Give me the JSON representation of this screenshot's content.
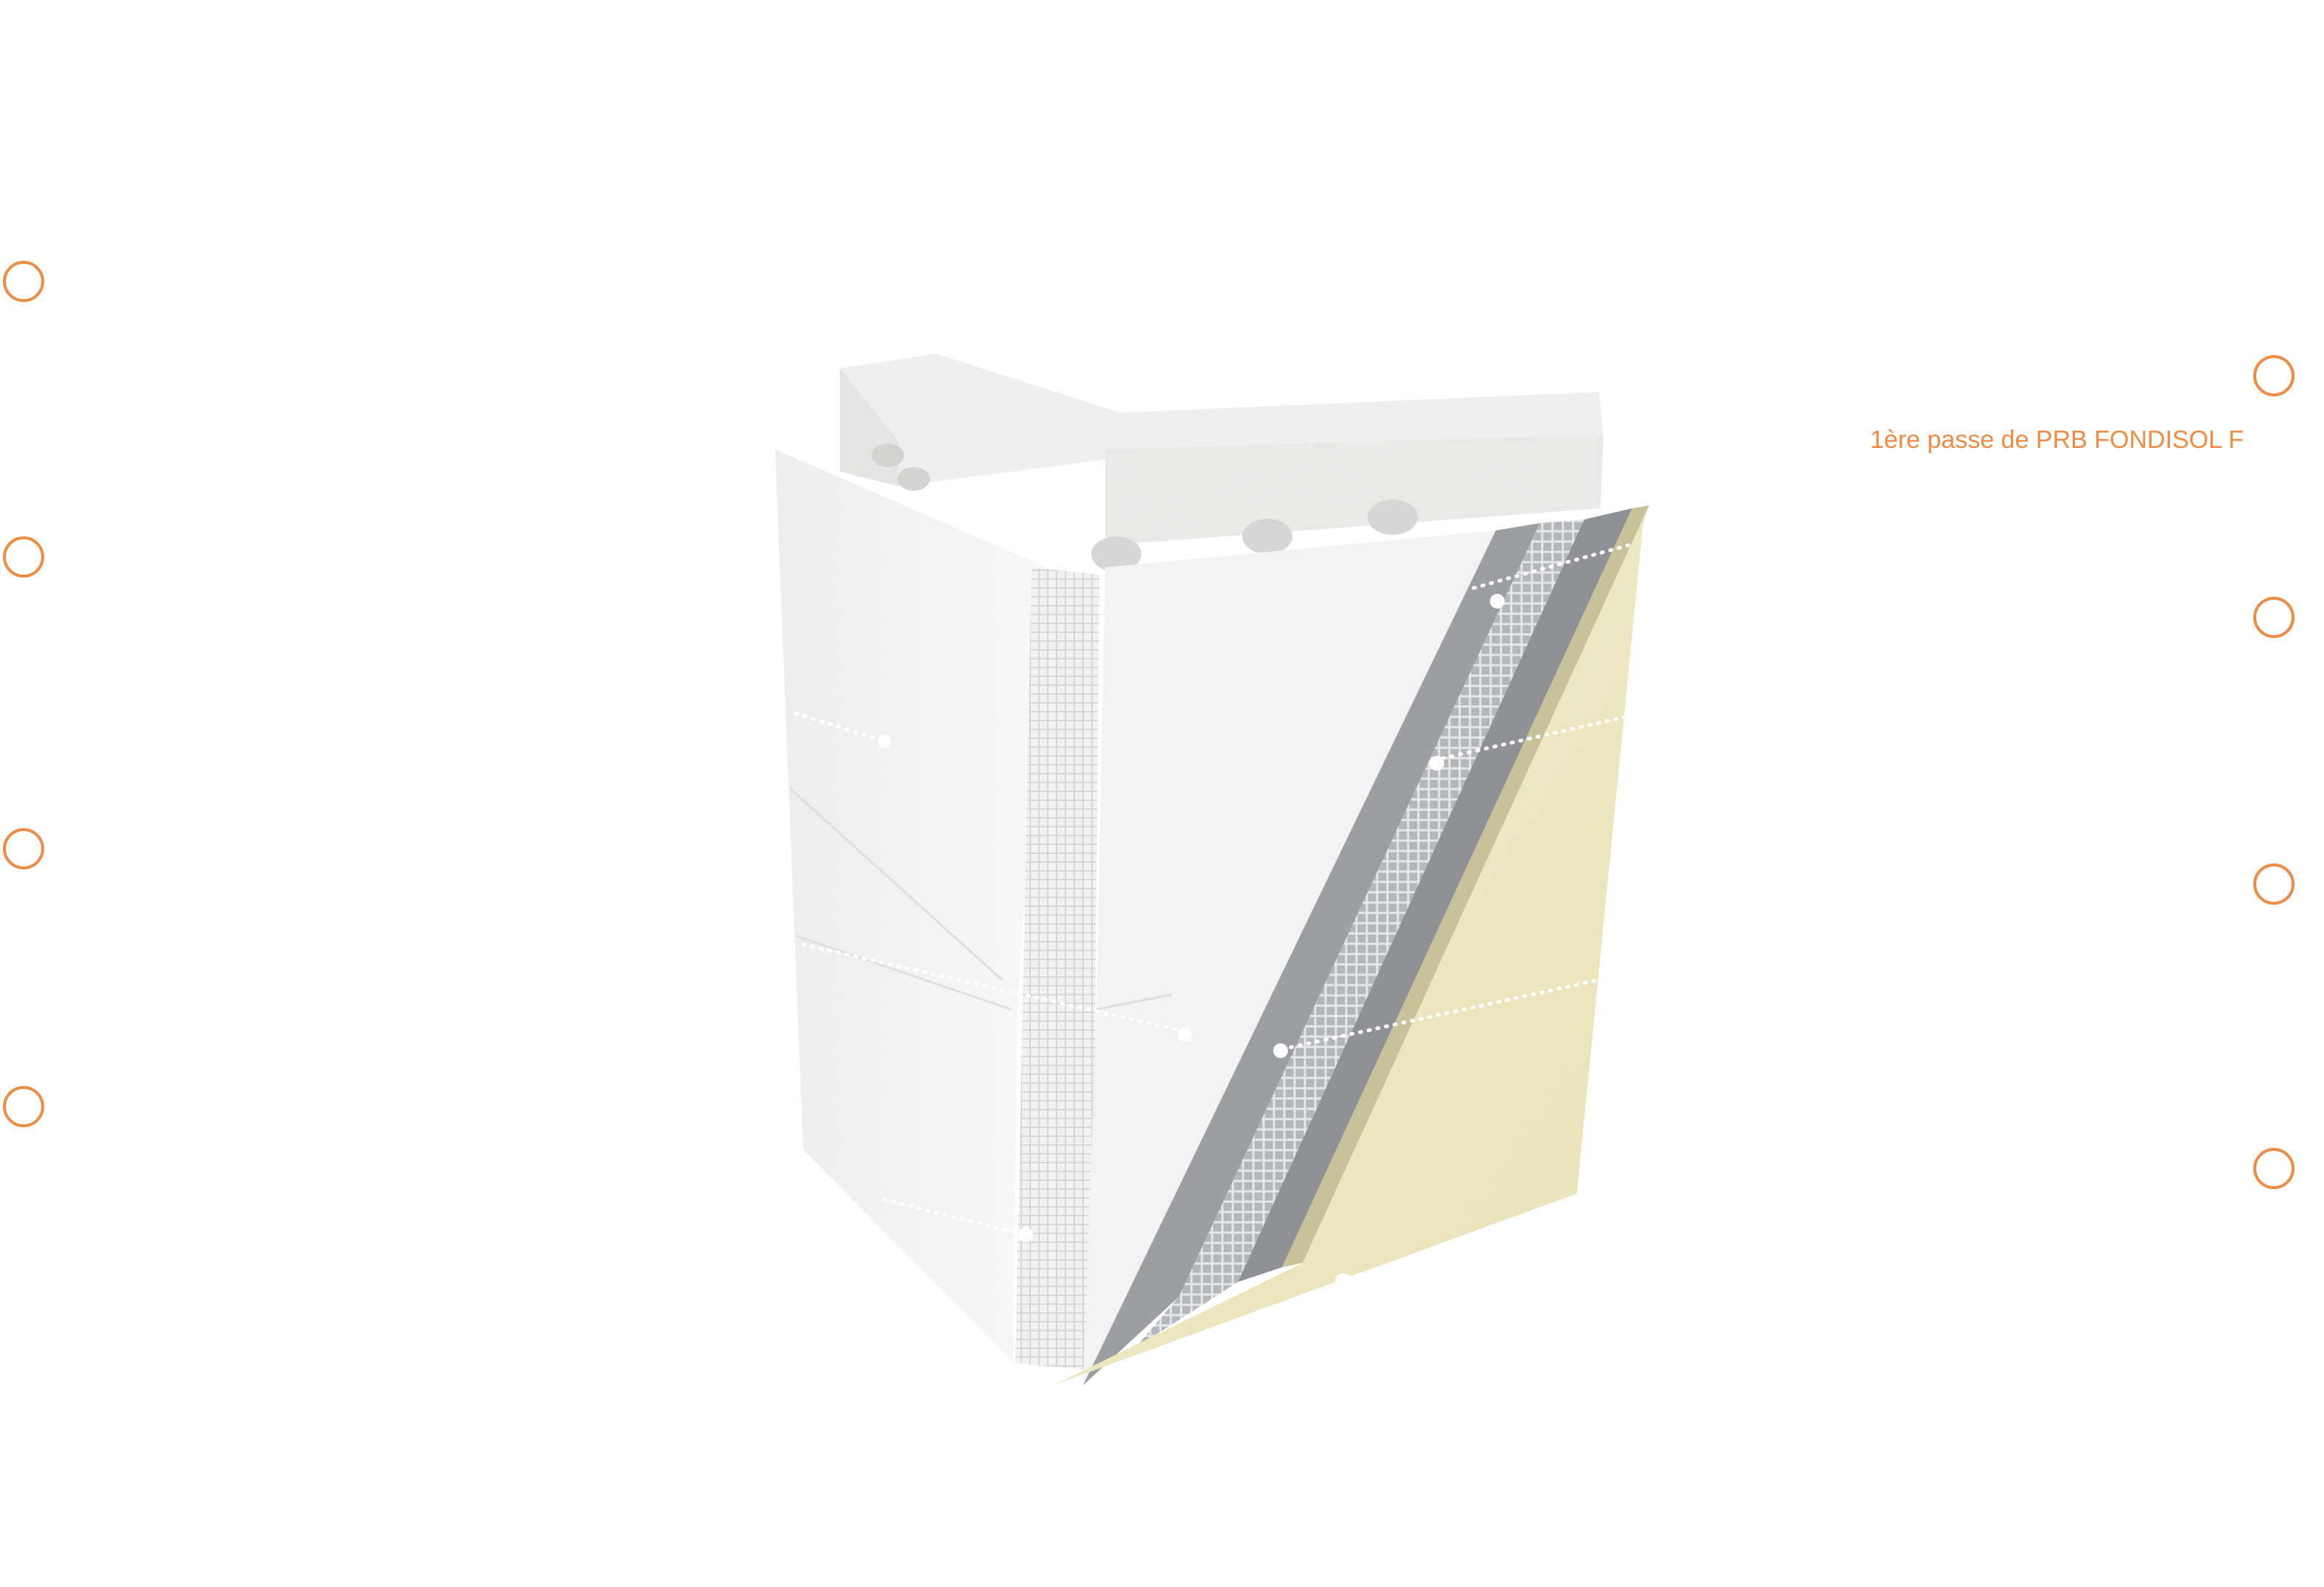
{
  "colors": {
    "accent": "#ee8c45",
    "background": "#ffffff",
    "block": "#efefee",
    "insulation": "#f7f7f7",
    "adhesive_grey": "#9a9c9f",
    "mesh": "#cfd0d2",
    "finish_coat": "#f1ecc5"
  },
  "labels": {
    "active_annotation": "1ère passe de PRB FONDISOL F"
  },
  "markers": {
    "left": [
      "left-marker-1",
      "left-marker-2",
      "left-marker-3",
      "left-marker-4"
    ],
    "right": [
      "right-marker-1",
      "right-marker-2",
      "right-marker-3",
      "right-marker-4"
    ]
  }
}
